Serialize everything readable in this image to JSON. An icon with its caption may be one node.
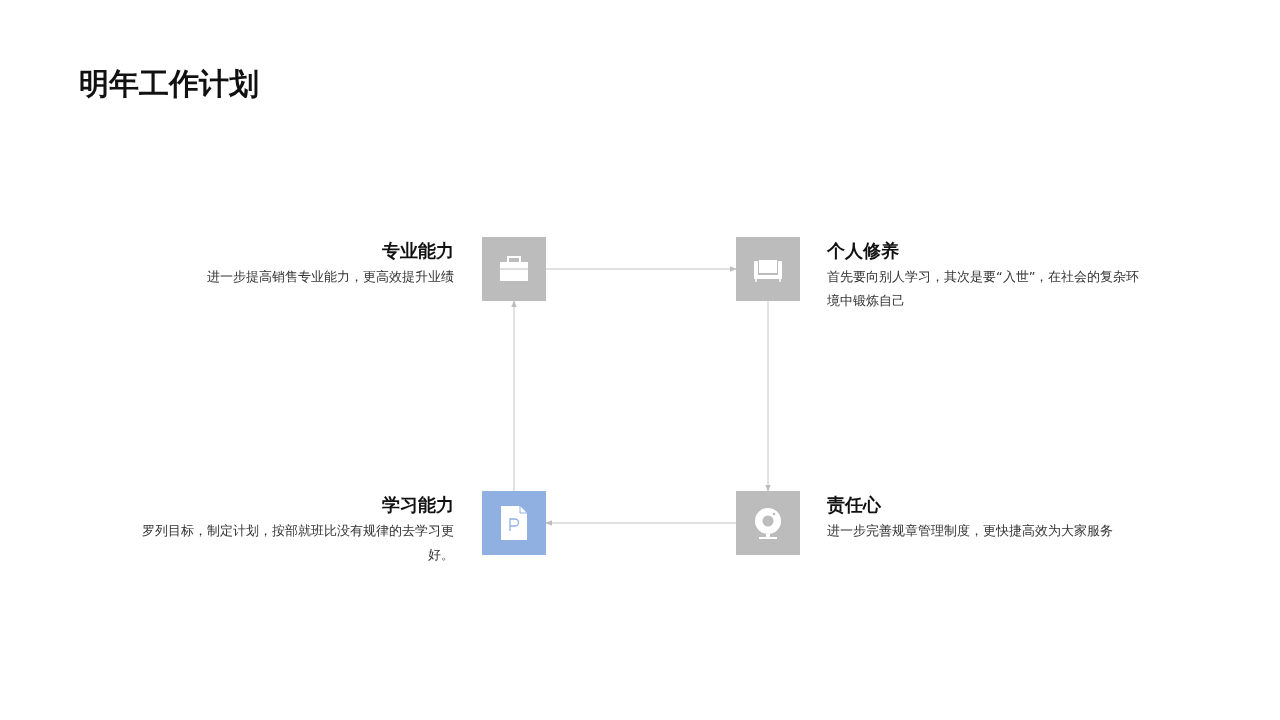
{
  "diagram": {
    "title": "明年工作计划",
    "nodes": [
      {
        "text": [
          "专业能力",
          "进一步提高销售专业能力，更高效提升业绩"
        ]
      },
      {
        "text": [
          "个人修养",
          "首先要向别人学习，其次是要“入世”，在社会的复杂环境中锻炼自己"
        ]
      },
      {
        "text": [
          "学习能力",
          "罗列目标，制定计划，按部就班比没有规律的去学习更好。"
        ]
      },
      {
        "text": [
          "责任心",
          "进一步完善规章管理制度，更快捷高效为大家服务"
        ]
      }
    ],
    "edges": [
      {
        "from": 0,
        "to": 1,
        "arrow": "to"
      },
      {
        "from": 1,
        "to": 3,
        "arrow": "to"
      },
      {
        "from": 3,
        "to": 2,
        "arrow": "to"
      },
      {
        "from": 2,
        "to": 0,
        "arrow": "to"
      }
    ]
  }
}
